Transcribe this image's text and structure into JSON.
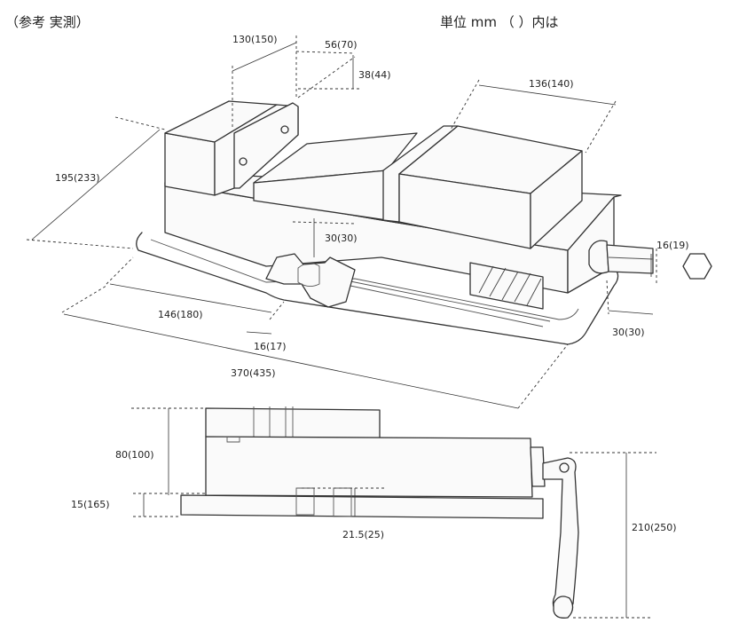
{
  "header": {
    "note": "（参考  実測）",
    "unit": "単位 mm （  ）内は"
  },
  "dimensions": {
    "top_width": "130(150)",
    "jaw_depth": "56(70)",
    "jaw_height": "38(44)",
    "jaw_width": "136(140)",
    "body_width": "195(233)",
    "slot_height": "30(30)",
    "shaft_hex": "16(19)",
    "base_slot": "146(180)",
    "shaft_length": "30(30)",
    "key_width": "16(17)",
    "overall_length": "370(435)",
    "height": "80(100)",
    "base_thickness": "15(165)",
    "key_height": "21.5(25)",
    "handle_height": "210(250)"
  }
}
